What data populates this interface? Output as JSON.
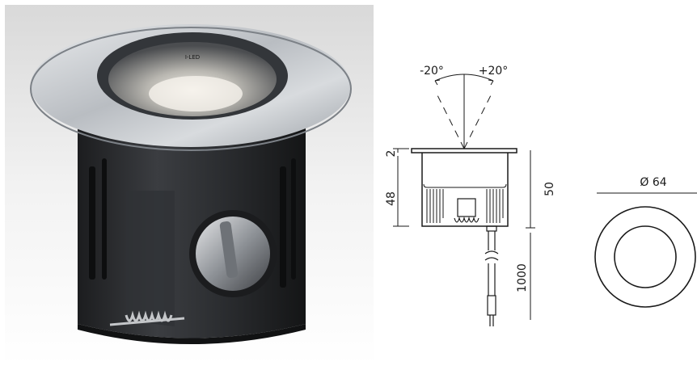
{
  "product_photo": {
    "engraving": "I-LED"
  },
  "side_view": {
    "angle_left": "-20°",
    "angle_right": "+20°",
    "dim_flange": "2",
    "dim_body": "48",
    "dim_total": "50",
    "dim_cable": "1000"
  },
  "top_view": {
    "dim_diameter": "Ø 64"
  },
  "colors": {
    "line": "#1a1a1a",
    "housing": "#2b2d30",
    "steel": "#c9ccd0",
    "background": "#ededed"
  }
}
